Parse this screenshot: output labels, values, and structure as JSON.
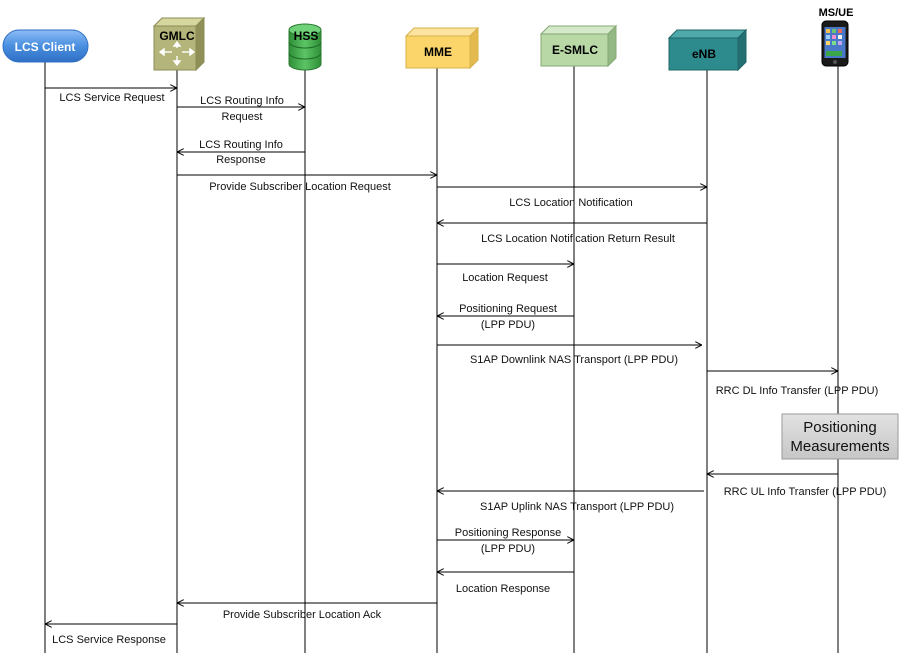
{
  "entities": {
    "lcs_client": "LCS Client",
    "gmlc": "GMLC",
    "hss": "HSS",
    "mme": "MME",
    "esmlc": "E-SMLC",
    "enb": "eNB",
    "ue": "MS/UE"
  },
  "messages": [
    {
      "from": "lcs_client",
      "to": "gmlc",
      "lines": [
        "LCS Service Request"
      ]
    },
    {
      "from": "gmlc",
      "to": "hss",
      "lines": [
        "LCS Routing Info",
        "Request"
      ]
    },
    {
      "from": "hss",
      "to": "gmlc",
      "lines": [
        "LCS Routing Info",
        "Response"
      ]
    },
    {
      "from": "gmlc",
      "to": "mme",
      "lines": [
        "Provide Subscriber Location Request"
      ]
    },
    {
      "from": "mme",
      "to": "enb",
      "lines": [
        "LCS Location Notification"
      ]
    },
    {
      "from": "enb",
      "to": "mme",
      "lines": [
        "LCS Location Notification Return Result"
      ]
    },
    {
      "from": "mme",
      "to": "esmlc",
      "lines": [
        "Location Request"
      ]
    },
    {
      "from": "esmlc",
      "to": "mme",
      "lines": [
        "Positioning Request",
        "(LPP PDU)"
      ]
    },
    {
      "from": "mme",
      "to": "enb",
      "lines": [
        "S1AP Downlink NAS Transport (LPP PDU)"
      ]
    },
    {
      "from": "enb",
      "to": "ue",
      "lines": [
        "RRC DL Info Transfer (LPP PDU)"
      ]
    },
    {
      "from": "ue",
      "to": "enb",
      "lines": [
        "RRC UL Info Transfer (LPP PDU)"
      ]
    },
    {
      "from": "enb",
      "to": "mme",
      "lines": [
        "S1AP Uplink NAS Transport (LPP PDU)"
      ]
    },
    {
      "from": "mme",
      "to": "esmlc",
      "lines": [
        "Positioning Response",
        "(LPP PDU)"
      ]
    },
    {
      "from": "esmlc",
      "to": "mme",
      "lines": [
        "Location Response"
      ]
    },
    {
      "from": "mme",
      "to": "gmlc",
      "lines": [
        "Provide Subscriber Location Ack"
      ]
    },
    {
      "from": "gmlc",
      "to": "lcs_client",
      "lines": [
        "LCS Service Response"
      ]
    }
  ],
  "process_box": {
    "lines": [
      "Positioning",
      "Measurements"
    ]
  },
  "colors": {
    "lcs_client": "#4a8fe0",
    "gmlc": "#b4b57a",
    "hss": "#3aa843",
    "mme": "#fbd56a",
    "esmlc": "#b8d9a6",
    "enb": "#2e8b8d",
    "process": "#d0d0d0"
  }
}
